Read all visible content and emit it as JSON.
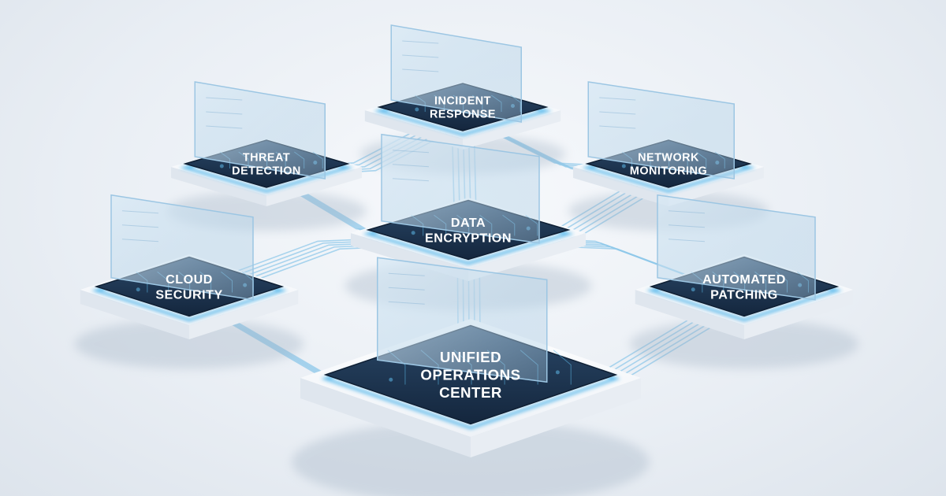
{
  "colors": {
    "background": "#e9eef4",
    "pedestal": "#f4f7fb",
    "pedestal_side": "#dfe6ee",
    "board": "#1d3450",
    "board_edge": "#0f1f33",
    "glow": "#2fa8e8",
    "circuit": "#5db7e6",
    "glass": "#bcd7ea",
    "connector": "#8fc8ea"
  },
  "nodes": [
    {
      "id": "incident-response",
      "lines": [
        "INCIDENT",
        "RESPONSE"
      ],
      "icon": "glass-panel"
    },
    {
      "id": "threat-detection",
      "lines": [
        "THREAT",
        "DETECTION"
      ],
      "icon": "glass-panel"
    },
    {
      "id": "network-monitoring",
      "lines": [
        "NETWORK",
        "MONITORING"
      ],
      "icon": "glass-panel"
    },
    {
      "id": "data-encryption",
      "lines": [
        "DATA",
        "ENCRYPTION"
      ],
      "icon": "glass-panel"
    },
    {
      "id": "cloud-security",
      "lines": [
        "CLOUD",
        "SECURITY"
      ],
      "icon": "glass-panel"
    },
    {
      "id": "automated-patching",
      "lines": [
        "AUTOMATED",
        "PATCHING"
      ],
      "icon": "glass-panel"
    },
    {
      "id": "unified-operations-center",
      "lines": [
        "UNIFIED",
        "OPERATIONS",
        "CENTER"
      ],
      "icon": "glass-panel"
    }
  ]
}
